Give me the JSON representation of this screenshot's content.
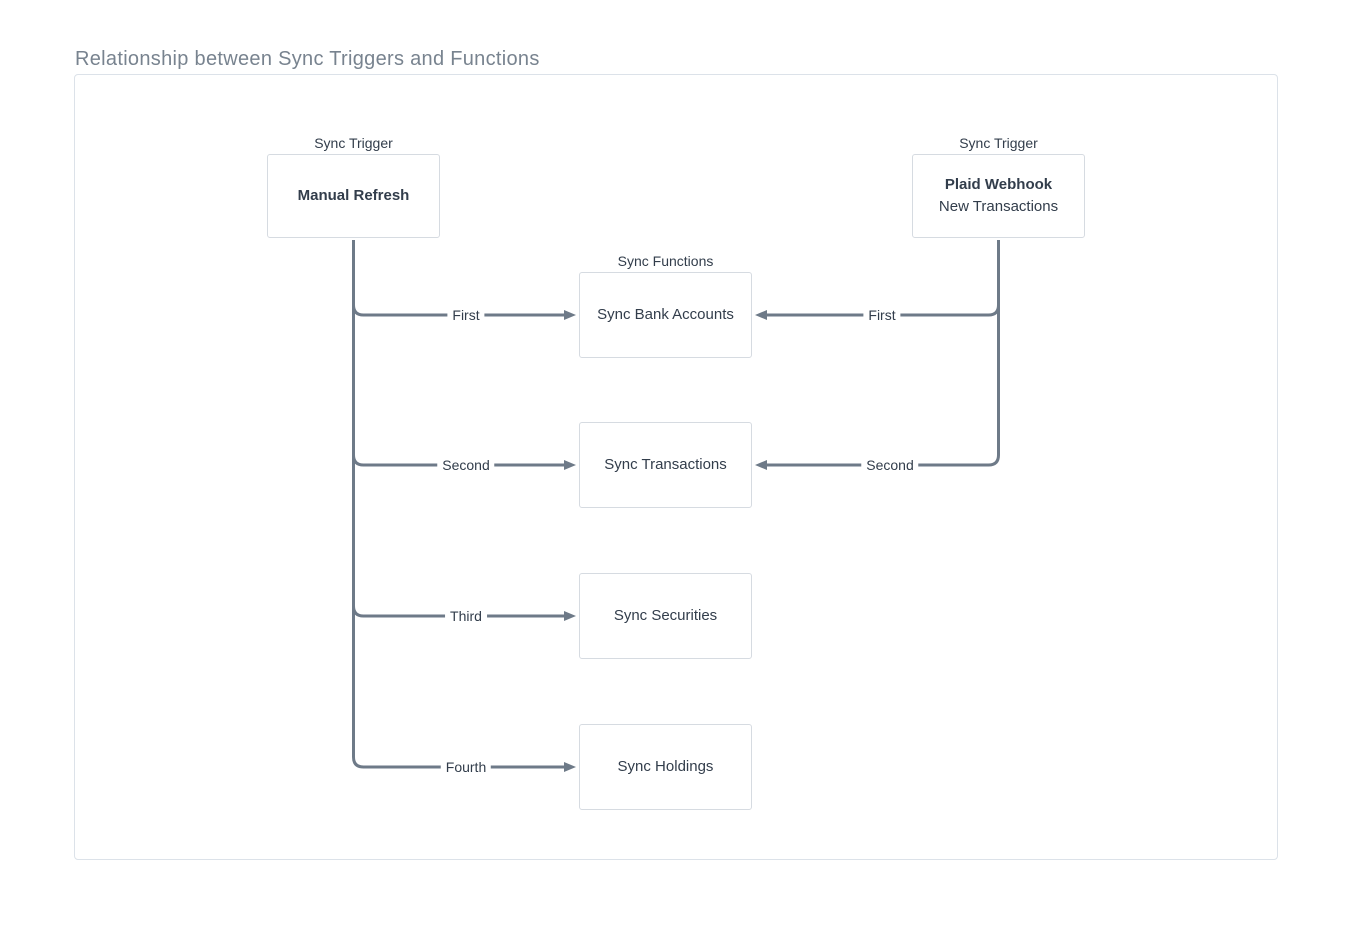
{
  "page": {
    "title": "Relationship between Sync Triggers and Functions"
  },
  "colors": {
    "title_text": "#78838F",
    "diagram_text": "#323D4B",
    "connector_line": "#6E7A88",
    "node_border": "#D6DBE1",
    "container_border": "#DCE2E9",
    "background": "#FFFFFF"
  },
  "triggers": {
    "manual_refresh": {
      "group_label": "Sync Trigger",
      "title": "Manual Refresh"
    },
    "plaid_webhook": {
      "group_label": "Sync Trigger",
      "title": "Plaid Webhook",
      "subtitle": "New Transactions"
    }
  },
  "functions": {
    "group_label": "Sync Functions",
    "items": [
      {
        "title": "Sync Bank Accounts"
      },
      {
        "title": "Sync Transactions"
      },
      {
        "title": "Sync Securities"
      },
      {
        "title": "Sync Holdings"
      }
    ]
  },
  "edges": {
    "from_manual_refresh": [
      {
        "label": "First",
        "target": "Sync Bank Accounts"
      },
      {
        "label": "Second",
        "target": "Sync Transactions"
      },
      {
        "label": "Third",
        "target": "Sync Securities"
      },
      {
        "label": "Fourth",
        "target": "Sync Holdings"
      }
    ],
    "from_plaid_webhook": [
      {
        "label": "First",
        "target": "Sync Bank Accounts"
      },
      {
        "label": "Second",
        "target": "Sync Transactions"
      }
    ]
  }
}
